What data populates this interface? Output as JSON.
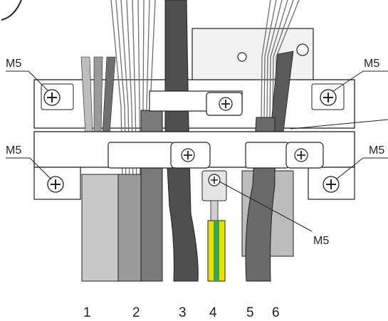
{
  "diagram": {
    "screw_labels": {
      "top_left": "M5",
      "top_right": "M5",
      "mid_left": "M5",
      "mid_right": "M5",
      "ground": "M5"
    },
    "cable_numbers": [
      "1",
      "2",
      "3",
      "4",
      "5",
      "6"
    ],
    "colors": {
      "outline": "#231f20",
      "plate_fill": "#ffffff",
      "panel_fill": "#f2f2f2",
      "cable_light": "#c8c8c8",
      "cable_mid": "#8c8c8c",
      "cable_dark": "#4a4a4a",
      "ground_yellow": "#e8e000",
      "ground_green": "#3aa650"
    }
  }
}
